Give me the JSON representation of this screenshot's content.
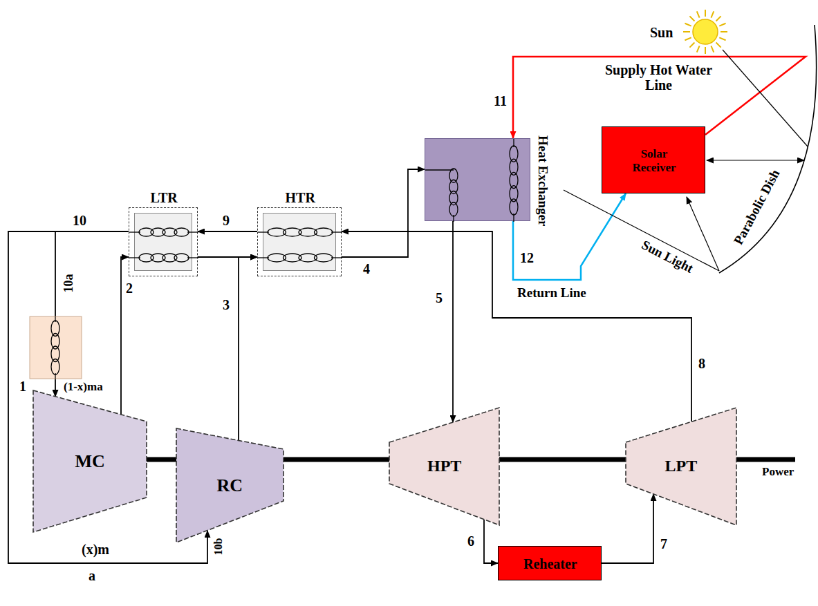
{
  "diagram": {
    "nodes": [
      {
        "text": [
          "Sun"
        ]
      },
      {
        "text": [
          "Heat Exchanger"
        ]
      },
      {
        "text": [
          "Solar Receiver"
        ]
      },
      {
        "text": [
          "LTR"
        ]
      },
      {
        "text": [
          "HTR"
        ]
      },
      {
        "text": [
          "MC"
        ]
      },
      {
        "text": [
          "RC"
        ]
      },
      {
        "text": [
          "HPT"
        ]
      },
      {
        "text": [
          "LPT"
        ]
      },
      {
        "text": [
          "Reheater"
        ]
      }
    ],
    "edges": [
      {
        "from": 5,
        "to": 3,
        "arrow": "to"
      },
      {
        "from": 3,
        "to": 4,
        "arrow": "to"
      },
      {
        "from": 6,
        "to": 4,
        "arrow": "to"
      },
      {
        "from": 4,
        "to": 1,
        "arrow": "to"
      },
      {
        "from": 1,
        "to": 7,
        "arrow": "to"
      },
      {
        "from": 7,
        "to": 9,
        "arrow": "to"
      },
      {
        "from": 9,
        "to": 8,
        "arrow": "to"
      },
      {
        "from": 8,
        "to": 4,
        "arrow": "to"
      },
      {
        "from": 4,
        "to": 3,
        "arrow": "to"
      },
      {
        "from": 3,
        "to": 5,
        "arrow": "to"
      },
      {
        "from": 3,
        "to": 6,
        "arrow": "to"
      },
      {
        "from": 2,
        "to": 1,
        "arrow": "to"
      },
      {
        "from": 1,
        "to": 2,
        "arrow": "to"
      }
    ],
    "labels": [
      "1",
      "2",
      "3",
      "4",
      "5",
      "6",
      "7",
      "8",
      "9",
      "10",
      "10a",
      "10b",
      "11",
      "12",
      "(1-x)ma",
      "(x)m",
      "a",
      "Power",
      "Supply Hot Water Line",
      "Return Line",
      "Sun Light",
      "Parabolic Dish"
    ]
  }
}
